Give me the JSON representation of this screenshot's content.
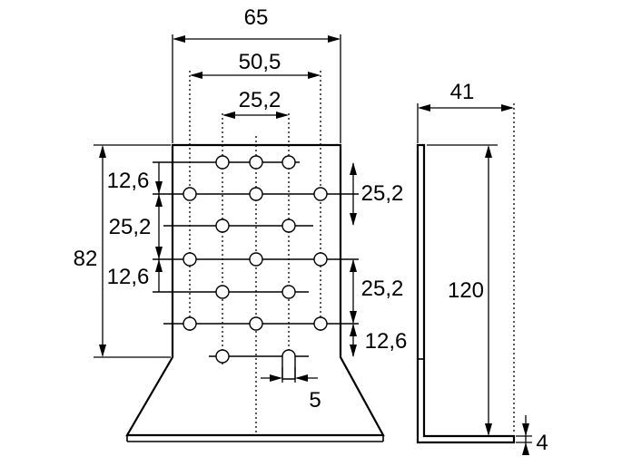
{
  "front_view": {
    "overall_width": "65",
    "outer_hole_spacing": "50,5",
    "inner_hole_spacing": "25,2",
    "overall_height": "82",
    "left_offset_top": "12,6",
    "left_pitch": "25,2",
    "left_offset_bottom": "12,6",
    "right_pitch_top": "25,2",
    "right_pitch_bottom": "25,2",
    "right_offset_bottom": "12,6",
    "slot_width": "5"
  },
  "side_view": {
    "depth": "41",
    "height": "120",
    "thickness": "4"
  }
}
